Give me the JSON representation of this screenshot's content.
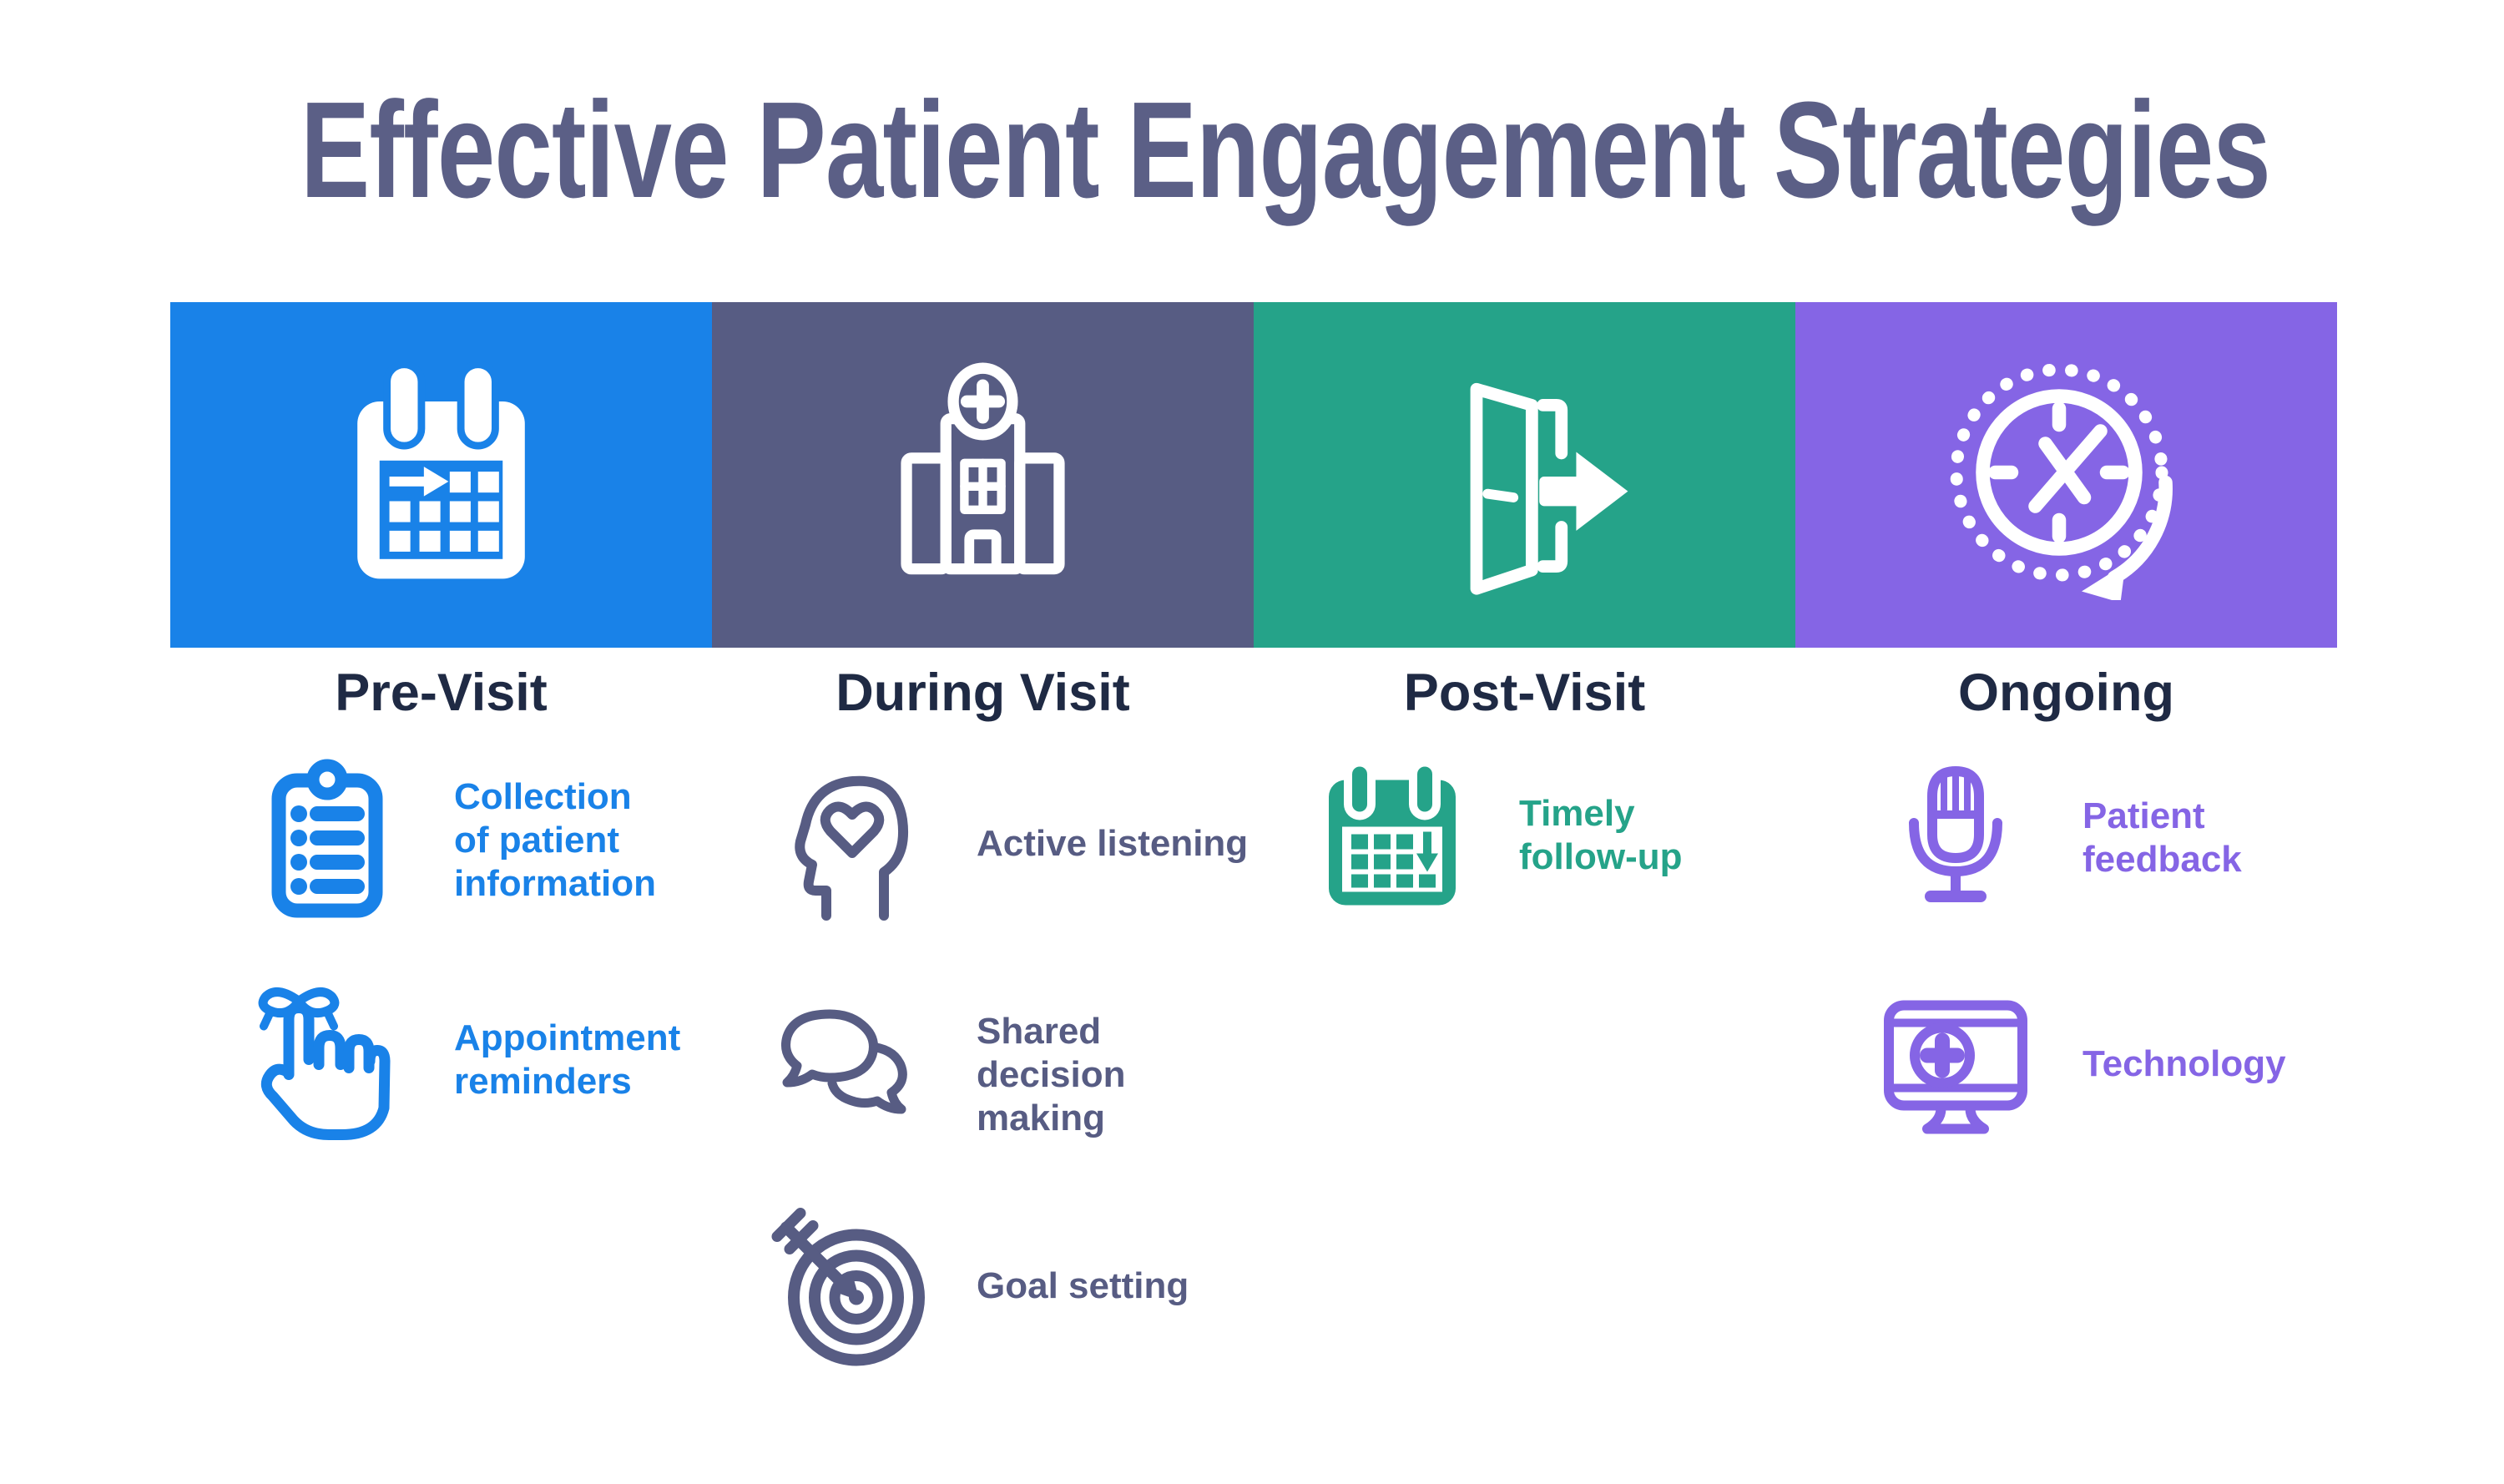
{
  "title": "Effective Patient Engagement Strategies",
  "colors": {
    "background": "#FFFFFF",
    "title_text": "#5B5F86",
    "column_heading_text": "#1F2A44",
    "banner_icon": "#FFFFFF",
    "pre_visit": "#1982E8",
    "during_visit": "#575C83",
    "post_visit": "#25A389",
    "ongoing": "#8565E5"
  },
  "columns": [
    {
      "id": "pre-visit",
      "label": "Pre-Visit",
      "color": "#1982E8",
      "banner_icon": "calendar-arrow-icon",
      "items": [
        {
          "icon": "clipboard-list-icon",
          "label": "Collection\nof patient\ninformation"
        },
        {
          "icon": "reminder-hand-icon",
          "label": "Appointment\nreminders"
        }
      ]
    },
    {
      "id": "during-visit",
      "label": "During Visit",
      "color": "#575C83",
      "banner_icon": "hospital-icon",
      "items": [
        {
          "icon": "head-heart-icon",
          "label": "Active listening"
        },
        {
          "icon": "speech-bubbles-icon",
          "label": "Shared\ndecision\nmaking"
        },
        {
          "icon": "target-arrow-icon",
          "label": "Goal setting"
        }
      ]
    },
    {
      "id": "post-visit",
      "label": "Post-Visit",
      "color": "#25A389",
      "banner_icon": "door-exit-icon",
      "items": [
        {
          "icon": "calendar-follow-up-icon",
          "label": "Timely\nfollow-up"
        }
      ]
    },
    {
      "id": "ongoing",
      "label": "Ongoing",
      "color": "#8565E5",
      "banner_icon": "clock-history-icon",
      "items": [
        {
          "icon": "microphone-icon",
          "label": "Patient\nfeedback"
        },
        {
          "icon": "monitor-medical-icon",
          "label": "Technology"
        }
      ]
    }
  ]
}
